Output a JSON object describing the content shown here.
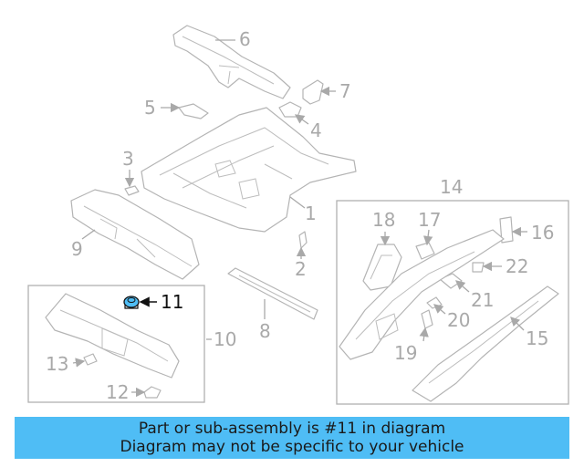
{
  "diagram": {
    "labels": [
      "1",
      "2",
      "3",
      "4",
      "5",
      "6",
      "7",
      "8",
      "9",
      "10",
      "11",
      "12",
      "13",
      "14",
      "15",
      "16",
      "17",
      "18",
      "19",
      "20",
      "21",
      "22"
    ],
    "highlight_label": "11",
    "colors": {
      "line": "#b4b4b4",
      "label": "#a9a9a9",
      "highlight_part": "#4fbdf5",
      "highlight_label": "#111111"
    }
  },
  "banner": {
    "line1": "Part or sub-assembly is #11 in diagram",
    "line2": "Diagram may not be specific to your vehicle",
    "color": "#4fbdf5"
  }
}
